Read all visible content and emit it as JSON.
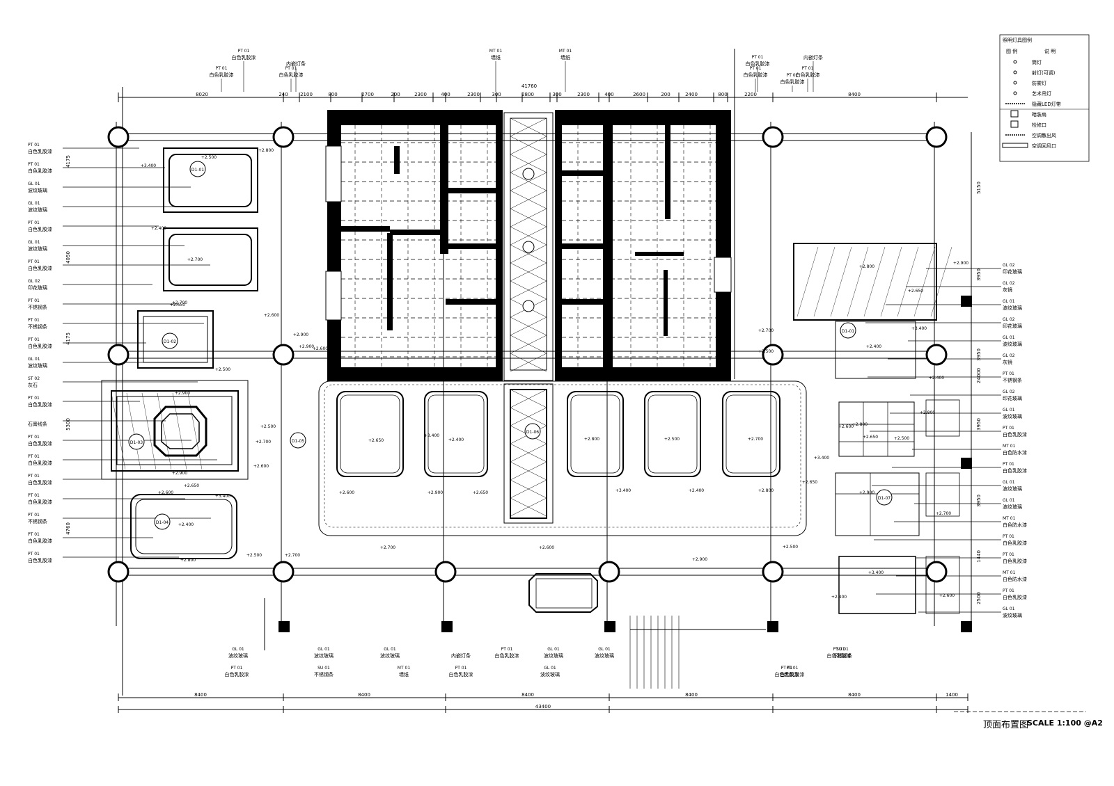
{
  "drawing": {
    "title": "顶面布置图",
    "scale": "SCALE 1:100 @A2",
    "overall_dim": "43400",
    "top_overall_dim": "41760"
  },
  "top_dims": [
    "8020",
    "240",
    "2100",
    "800",
    "2700",
    "200",
    "2300",
    "400",
    "2300",
    "300",
    "2800",
    "300",
    "2300",
    "400",
    "2600",
    "200",
    "2400",
    "800",
    "2200",
    "8400"
  ],
  "bottom_dims": [
    "8400",
    "8400",
    "8400",
    "8400",
    "8400",
    "1400"
  ],
  "left_dims": [
    "4175",
    "4050",
    "4175",
    "5300",
    "4760"
  ],
  "right_dims": [
    "5150",
    "3950",
    "3950",
    "24000",
    "3950",
    "3950",
    "1440",
    "2500"
  ],
  "top_labels": [
    {
      "code": "PT  01",
      "name": "白色乳胶漆"
    },
    {
      "code": "PT  01",
      "name": "白色乳胶漆"
    },
    {
      "code": "",
      "name": "内嵌灯条"
    },
    {
      "code": "PT  01",
      "name": "白色乳胶漆"
    },
    {
      "code": "MT  01",
      "name": "墙纸"
    },
    {
      "code": "MT  01",
      "name": "墙纸"
    },
    {
      "code": "PT  01",
      "name": "白色乳胶漆"
    },
    {
      "code": "",
      "name": "内嵌灯条"
    },
    {
      "code": "PT  01",
      "name": "白色乳胶漆"
    },
    {
      "code": "PT  01",
      "name": "白色乳胶漆"
    },
    {
      "code": "PT  01",
      "name": "白色乳胶漆"
    }
  ],
  "left_labels": [
    {
      "code": "PT  01",
      "name": "白色乳胶漆"
    },
    {
      "code": "PT  01",
      "name": "白色乳胶漆"
    },
    {
      "code": "GL  01",
      "name": "波纹玻璃"
    },
    {
      "code": "GL  01",
      "name": "波纹玻璃"
    },
    {
      "code": "PT  01",
      "name": "白色乳胶漆"
    },
    {
      "code": "GL  01",
      "name": "波纹玻璃"
    },
    {
      "code": "PT  01",
      "name": "白色乳胶漆"
    },
    {
      "code": "GL  02",
      "name": "印花玻璃"
    },
    {
      "code": "PT  01",
      "name": "不锈钢条"
    },
    {
      "code": "PT  01",
      "name": "不锈钢条"
    },
    {
      "code": "PT  01",
      "name": "白色乳胶漆"
    },
    {
      "code": "GL  01",
      "name": "波纹玻璃"
    },
    {
      "code": "ST  02",
      "name": "灰石"
    },
    {
      "code": "PT  01",
      "name": "白色乳胶漆"
    },
    {
      "code": "",
      "name": "石膏线条"
    },
    {
      "code": "PT  01",
      "name": "白色乳胶漆"
    },
    {
      "code": "PT  01",
      "name": "白色乳胶漆"
    },
    {
      "code": "PT  01",
      "name": "白色乳胶漆"
    },
    {
      "code": "PT  01",
      "name": "白色乳胶漆"
    },
    {
      "code": "PT  01",
      "name": "不锈钢条"
    },
    {
      "code": "PT  01",
      "name": "白色乳胶漆"
    },
    {
      "code": "PT  01",
      "name": "白色乳胶漆"
    }
  ],
  "right_labels": [
    {
      "code": "GL  02",
      "name": "印花玻璃"
    },
    {
      "code": "GL  02",
      "name": "灰镜"
    },
    {
      "code": "GL  01",
      "name": "波纹玻璃"
    },
    {
      "code": "GL  02",
      "name": "印花玻璃"
    },
    {
      "code": "GL  01",
      "name": "波纹玻璃"
    },
    {
      "code": "GL  02",
      "name": "灰镜"
    },
    {
      "code": "PT  01",
      "name": "不锈钢条"
    },
    {
      "code": "GL  02",
      "name": "印花玻璃"
    },
    {
      "code": "GL  01",
      "name": "波纹玻璃"
    },
    {
      "code": "PT  01",
      "name": "白色乳胶漆"
    },
    {
      "code": "MT  01",
      "name": "白色防水漆"
    },
    {
      "code": "PT  01",
      "name": "白色乳胶漆"
    },
    {
      "code": "GL  01",
      "name": "波纹玻璃"
    },
    {
      "code": "GL  01",
      "name": "波纹玻璃"
    },
    {
      "code": "MT  01",
      "name": "白色防水漆"
    },
    {
      "code": "PT  01",
      "name": "白色乳胶漆"
    },
    {
      "code": "PT  01",
      "name": "白色乳胶漆"
    },
    {
      "code": "MT  01",
      "name": "白色防水漆"
    },
    {
      "code": "PT  01",
      "name": "白色乳胶漆"
    },
    {
      "code": "GL  01",
      "name": "波纹玻璃"
    }
  ],
  "bottom_labels": [
    {
      "code": "GL  01",
      "name": "波纹玻璃"
    },
    {
      "code": "GL  01",
      "name": "波纹玻璃"
    },
    {
      "code": "GL  01",
      "name": "波纹玻璃"
    },
    {
      "code": "",
      "name": "内嵌灯条"
    },
    {
      "code": "PT  01",
      "name": "白色乳胶漆"
    },
    {
      "code": "GL  01",
      "name": "波纹玻璃"
    },
    {
      "code": "GL  01",
      "name": "波纹玻璃"
    },
    {
      "code": "PT  01",
      "name": "白色乳胶漆"
    },
    {
      "code": "SU  01",
      "name": "不锈钢条"
    },
    {
      "code": "MT  01",
      "name": "墙纸"
    },
    {
      "code": "PT  01",
      "name": "白色乳胶漆"
    },
    {
      "code": "GL  01",
      "name": "波纹玻璃"
    },
    {
      "code": "PT  01",
      "name": "白色乳胶漆"
    },
    {
      "code": "SU  01",
      "name": "不锈钢条"
    },
    {
      "code": "PT  01",
      "name": "白色乳胶漆"
    },
    {
      "code": "PT  01",
      "name": "白色乳胶漆"
    }
  ],
  "legend": {
    "title": "照明灯具图例",
    "col1": "图 例",
    "col2": "说 明",
    "items": [
      "筒灯",
      "射灯(可调)",
      "防雾灯",
      "艺术吊灯",
      "隐藏LED灯带",
      "暗装扇",
      "检修口",
      "空调散出风",
      "空调回风口"
    ]
  },
  "heights": [
    "+2.500",
    "+2.700",
    "+2.600",
    "+2.900",
    "+2.650",
    "+3.400",
    "+2.400",
    "+2.800"
  ],
  "room_tags": [
    "D1-01",
    "D1-02",
    "D1-03",
    "D1-04",
    "D1-05",
    "D1-06",
    "D1-07"
  ]
}
